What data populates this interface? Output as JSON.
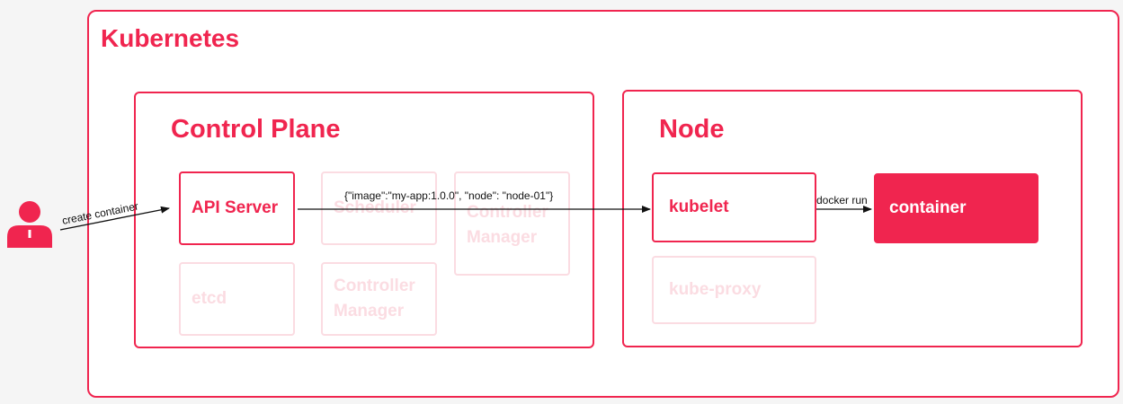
{
  "kubernetes": {
    "title": "Kubernetes"
  },
  "control_plane": {
    "title": "Control Plane",
    "components": {
      "api_server": "API Server",
      "scheduler": "Scheduler",
      "controller_manager": "Controller Manager",
      "etcd": "etcd",
      "controller_manager_2": "Controller Manager"
    }
  },
  "node": {
    "title": "Node",
    "components": {
      "kubelet": "kubelet",
      "kube_proxy": "kube-proxy",
      "container": "container"
    }
  },
  "arrows": {
    "create_container": "create container",
    "payload": "{\"image\":\"my-app:1.0.0\", \"node\": \"node-01\"}",
    "docker_run": "docker run"
  },
  "colors": {
    "accent": "#f0254f",
    "faded": "#fbdce2",
    "background": "#f5f5f5"
  },
  "icons": {
    "user": "user-icon"
  }
}
